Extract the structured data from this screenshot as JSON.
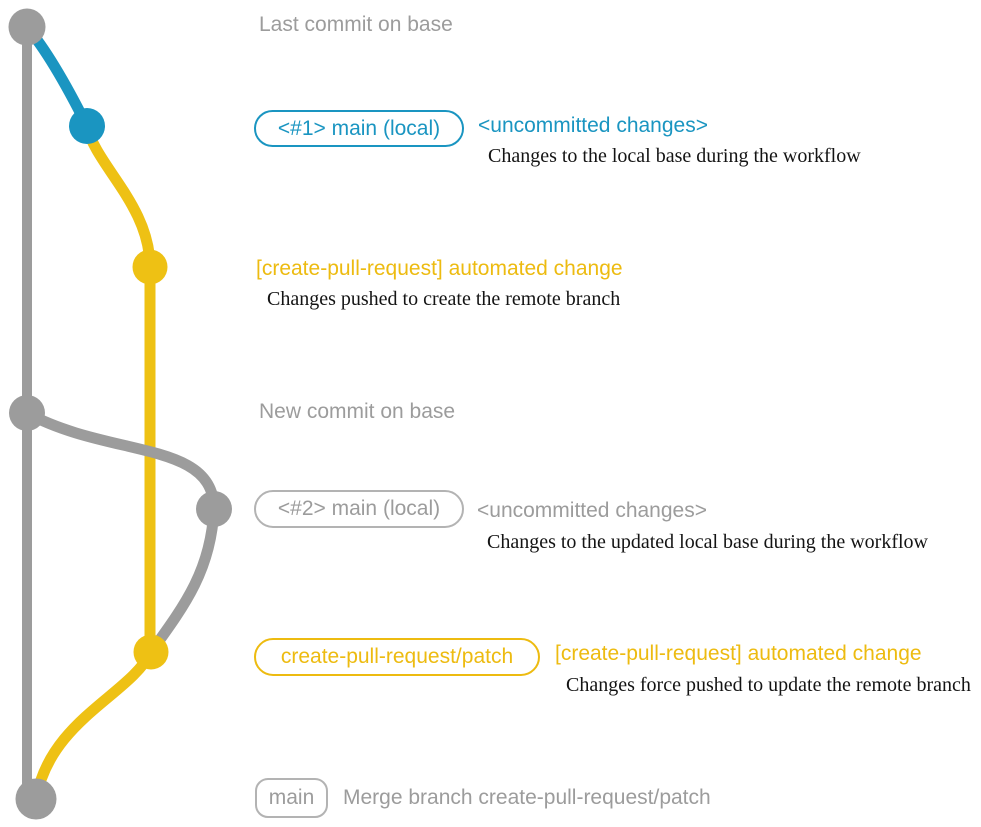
{
  "colors": {
    "base_gray": "#9c9c9c",
    "local_blue": "#1a95c1",
    "branch_yellow": "#eec114",
    "caption_black": "#141414",
    "background": "#ffffff"
  },
  "graph": {
    "branches": [
      {
        "id": "base",
        "color_key": "base_gray"
      },
      {
        "id": "main-local",
        "color_key": "local_blue"
      },
      {
        "id": "create-pull-request-patch",
        "color_key": "branch_yellow"
      }
    ],
    "nodes": [
      {
        "id": "last-commit-on-base",
        "color_key": "base_gray"
      },
      {
        "id": "local-uncommitted-1",
        "color_key": "local_blue"
      },
      {
        "id": "remote-branch-commit-1",
        "color_key": "branch_yellow"
      },
      {
        "id": "new-commit-on-base",
        "color_key": "base_gray"
      },
      {
        "id": "local-uncommitted-2",
        "color_key": "base_gray"
      },
      {
        "id": "remote-branch-commit-2",
        "color_key": "branch_yellow"
      },
      {
        "id": "merge-commit",
        "color_key": "base_gray"
      }
    ]
  },
  "sections": {
    "s1": {
      "annotation": "Last commit on base"
    },
    "s2": {
      "badge": "<#1> main (local)",
      "title": "<uncommitted changes>",
      "caption": "Changes to the local base during the workflow"
    },
    "s3": {
      "title": "[create-pull-request] automated change",
      "caption": "Changes pushed to create the remote branch"
    },
    "s4": {
      "annotation": "New commit on base"
    },
    "s5": {
      "badge": "<#2> main (local)",
      "title": "<uncommitted changes>",
      "caption": "Changes to the updated local base during the workflow"
    },
    "s6": {
      "badge": "create-pull-request/patch",
      "title": "[create-pull-request] automated change",
      "caption": "Changes force pushed to update the remote branch"
    },
    "s7": {
      "badge": "main",
      "annotation": "Merge branch create-pull-request/patch"
    }
  }
}
